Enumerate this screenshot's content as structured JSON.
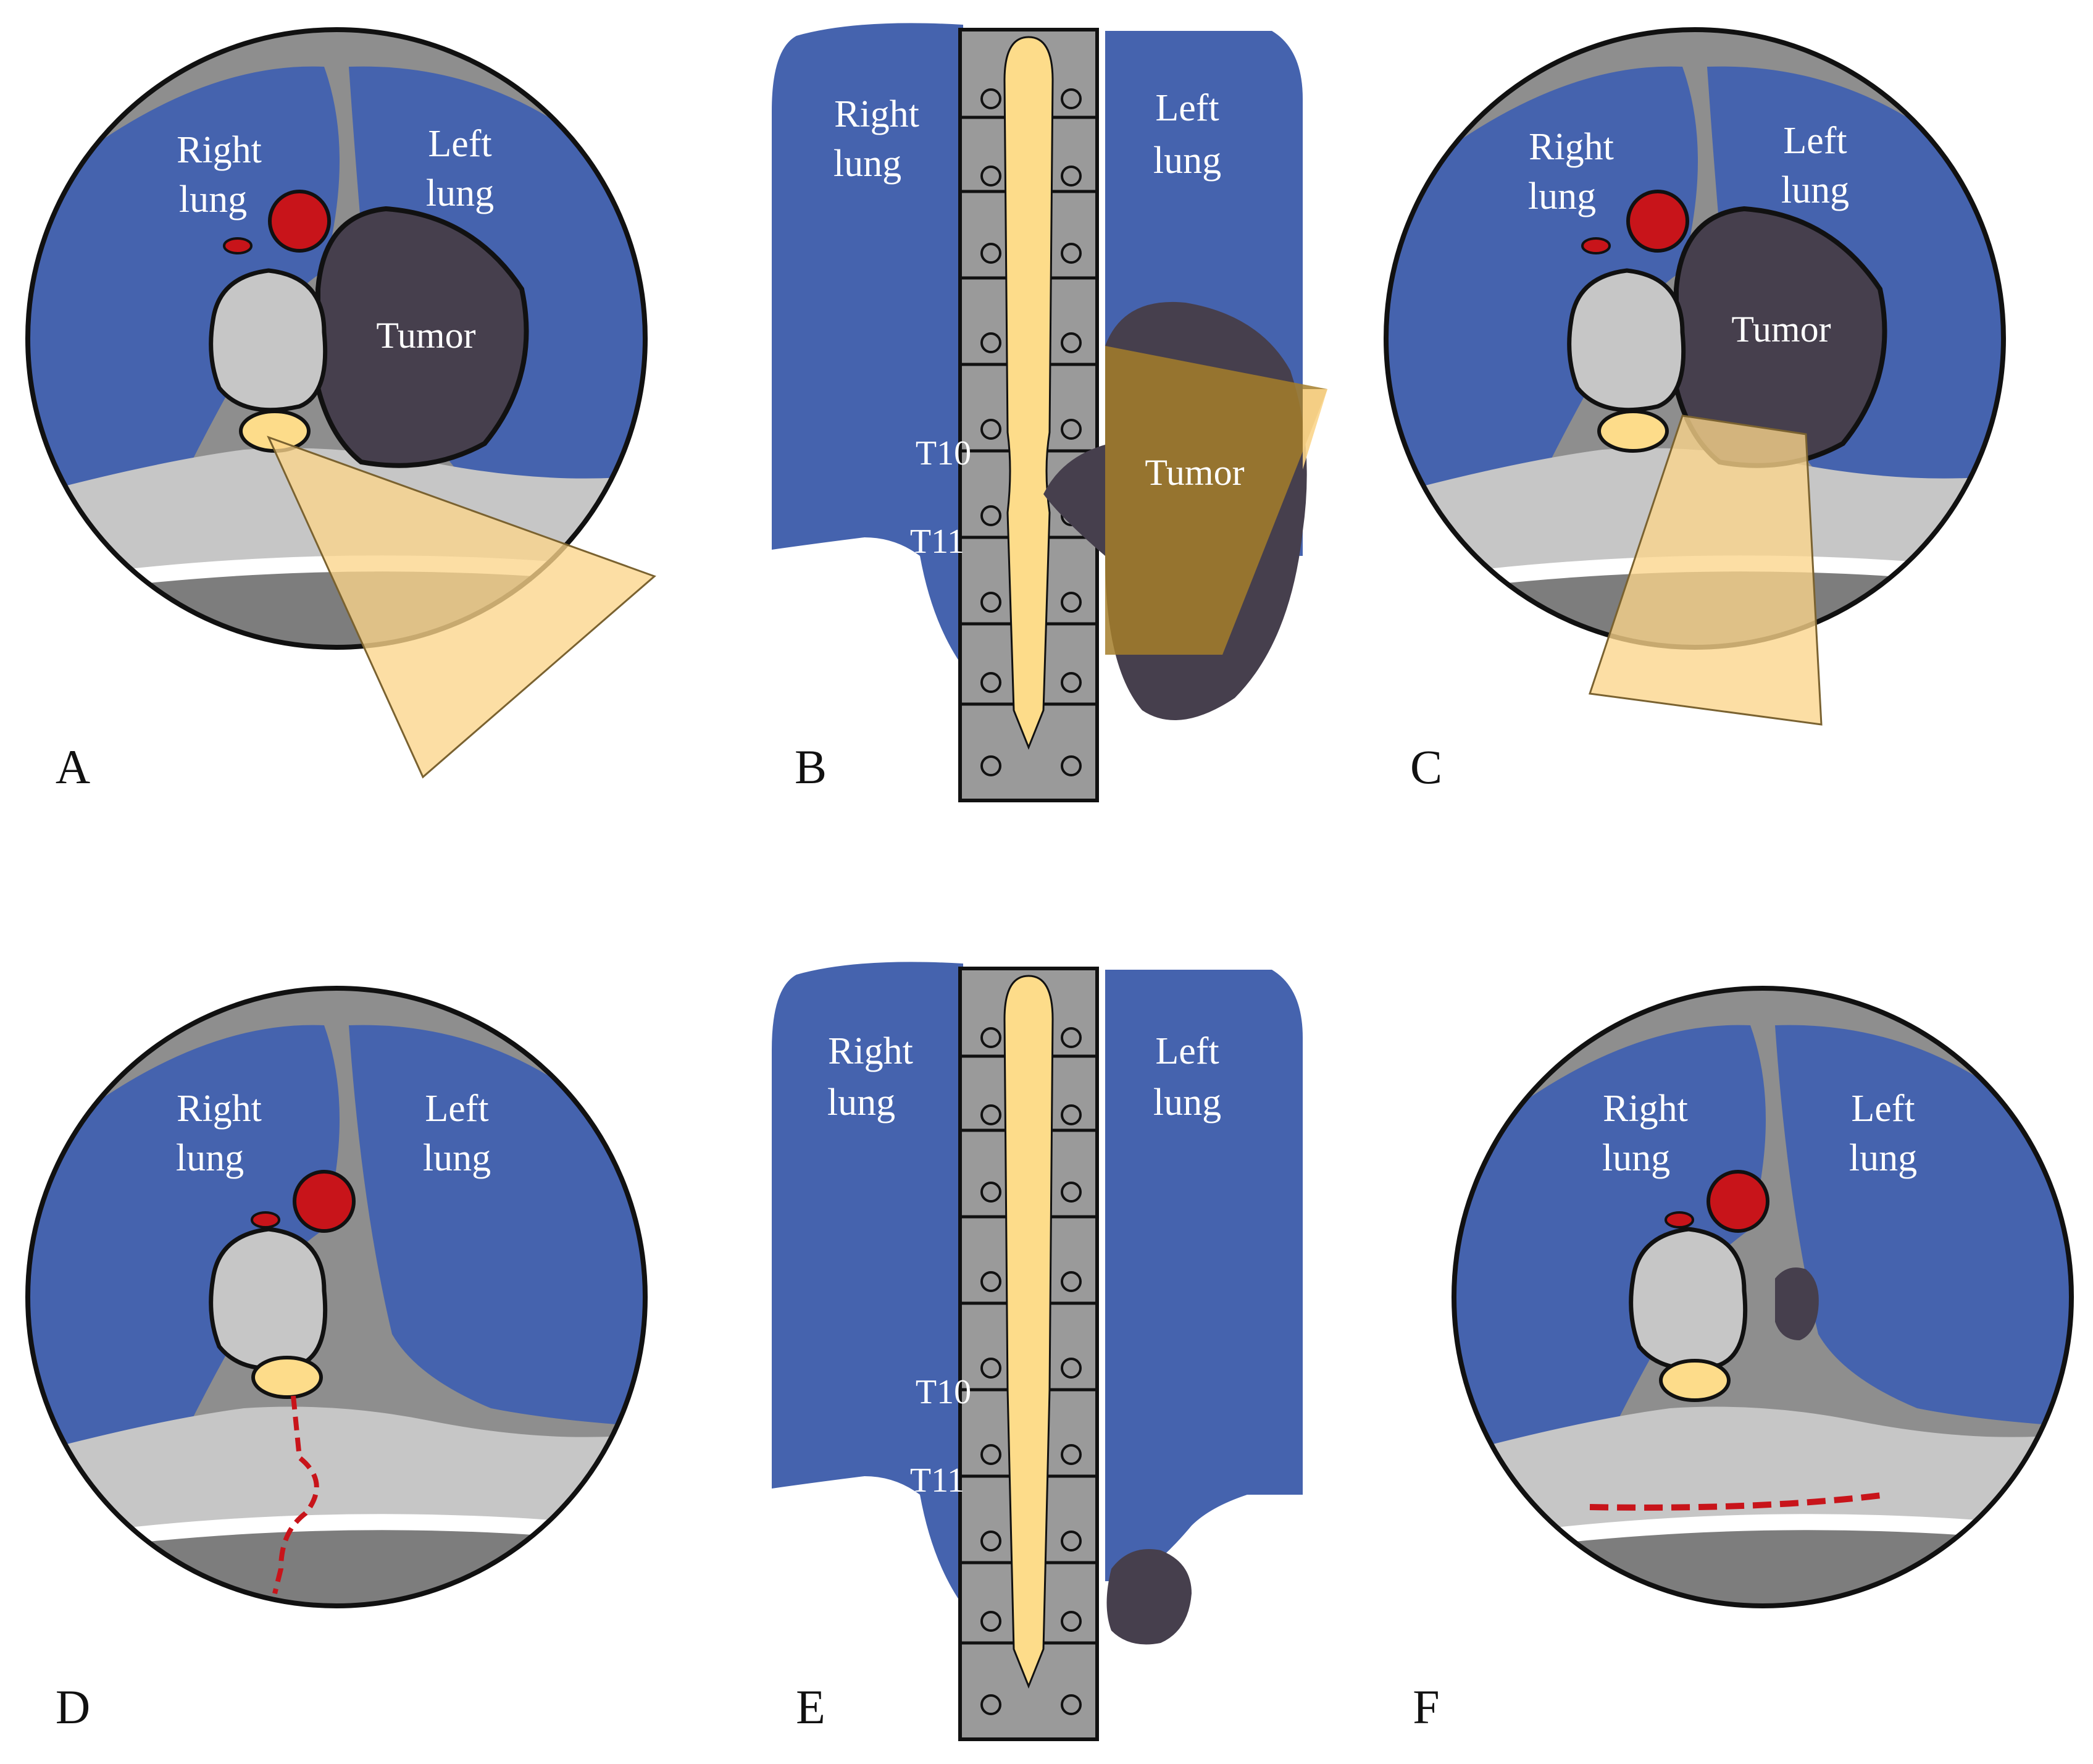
{
  "panels": [
    {
      "letter": "A",
      "view": "axial",
      "right_lung": [
        "Right",
        "lung"
      ],
      "left_lung": [
        "Left",
        "lung"
      ],
      "tumor": "Tumor"
    },
    {
      "letter": "B",
      "view": "coronal",
      "right_lung": [
        "Right",
        "lung"
      ],
      "left_lung": [
        "Left",
        "lung"
      ],
      "tumor": "Tumor",
      "levels": [
        "T10",
        "T11"
      ]
    },
    {
      "letter": "C",
      "view": "axial",
      "right_lung": [
        "Right",
        "lung"
      ],
      "left_lung": [
        "Left",
        "lung"
      ],
      "tumor": "Tumor"
    },
    {
      "letter": "D",
      "view": "axial",
      "right_lung": [
        "Right",
        "lung"
      ],
      "left_lung": [
        "Left",
        "lung"
      ]
    },
    {
      "letter": "E",
      "view": "coronal",
      "right_lung": [
        "Right",
        "lung"
      ],
      "left_lung": [
        "Left",
        "lung"
      ],
      "levels": [
        "T10",
        "T11"
      ]
    },
    {
      "letter": "F",
      "view": "axial",
      "right_lung": [
        "Right",
        "lung"
      ],
      "left_lung": [
        "Left",
        "lung"
      ]
    }
  ],
  "colors": {
    "lung": "#4563ae",
    "tumor": "#463f4d",
    "aorta": "#c8141a",
    "spinal_cord": "#fddc8a",
    "bone": "#c6c6c6",
    "dark_gray": "#7d7d7d",
    "beam": "#fbd58b",
    "incision": "#c8141a"
  }
}
